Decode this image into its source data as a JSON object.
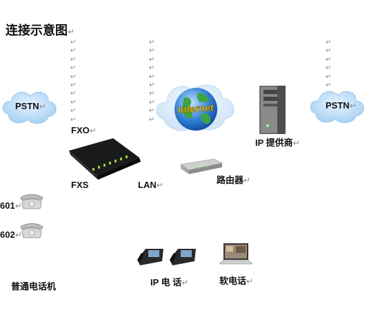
{
  "title": "连接示意图",
  "return_mark": "↵",
  "labels": {
    "pstn_left": "PSTN",
    "pstn_right": "PSTN",
    "fxo": "FXO",
    "fxs": "FXS",
    "lan": "LAN",
    "router": "路由器",
    "ip_provider": "IP 提供商",
    "ext_601": "601",
    "ext_602": "602",
    "analog_phone": "普通电话机",
    "ip_phone": "IP 电 话",
    "softphone": "软电话",
    "internet": "Internet"
  }
}
